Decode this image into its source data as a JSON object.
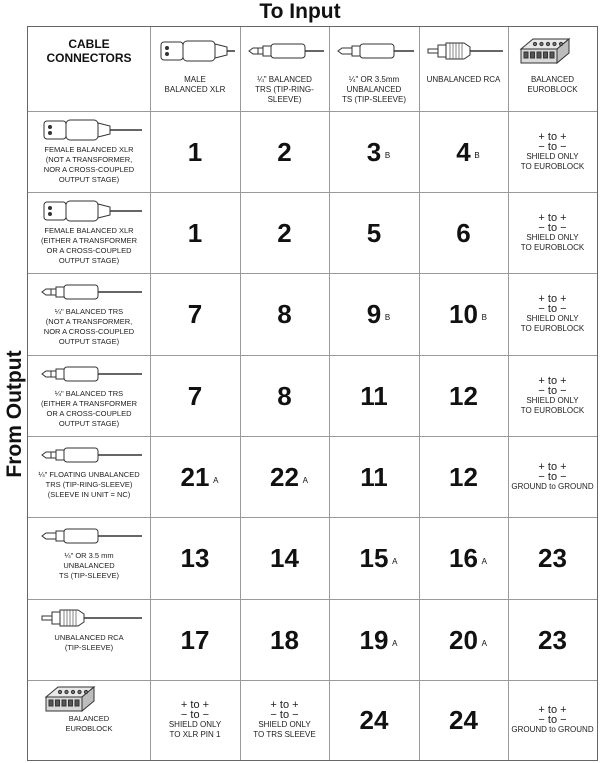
{
  "titles": {
    "top": "To Input",
    "side": "From Output"
  },
  "corner": {
    "line1": "CABLE",
    "line2": "CONNECTORS"
  },
  "columns": [
    {
      "label": "MALE\nBALANCED XLR",
      "icon": "xlr-male-plug-icon"
    },
    {
      "label": "¼\" BALANCED\nTRS (TIP-RING-SLEEVE)",
      "icon": "trs-plug-icon"
    },
    {
      "label": "¼\" OR 3.5mm\nUNBALANCED\nTS (TIP-SLEEVE)",
      "icon": "ts-plug-icon"
    },
    {
      "label": "UNBALANCED RCA",
      "icon": "rca-plug-icon"
    },
    {
      "label": "BALANCED\nEUROBLOCK",
      "icon": "euroblock-icon"
    }
  ],
  "rows": [
    {
      "label": "FEMALE BALANCED XLR\n(NOT A TRANSFORMER,\nNOR A CROSS-COUPLED\nOUTPUT STAGE)",
      "icon": "xlr-female-plug-icon",
      "cells": [
        {
          "n": "1"
        },
        {
          "n": "2"
        },
        {
          "n": "3",
          "s": "B"
        },
        {
          "n": "4",
          "s": "B"
        },
        {
          "rule": [
            "+ to +",
            "− to −",
            "SHIELD ONLY",
            "TO EUROBLOCK"
          ]
        }
      ]
    },
    {
      "label": "FEMALE BALANCED XLR\n(EITHER A TRANSFORMER\nOR A CROSS-COUPLED\nOUTPUT STAGE)",
      "icon": "xlr-female-plug-icon",
      "cells": [
        {
          "n": "1"
        },
        {
          "n": "2"
        },
        {
          "n": "5"
        },
        {
          "n": "6"
        },
        {
          "rule": [
            "+ to +",
            "− to −",
            "SHIELD ONLY",
            "TO EUROBLOCK"
          ]
        }
      ]
    },
    {
      "label": "¼\" BALANCED TRS\n(NOT A TRANSFORMER,\nNOR A CROSS-COUPLED\nOUTPUT STAGE)",
      "icon": "trs-plug-icon",
      "cells": [
        {
          "n": "7"
        },
        {
          "n": "8"
        },
        {
          "n": "9",
          "s": "B"
        },
        {
          "n": "10",
          "s": "B"
        },
        {
          "rule": [
            "+ to +",
            "− to −",
            "SHIELD ONLY",
            "TO EUROBLOCK"
          ]
        }
      ]
    },
    {
      "label": "¼\" BALANCED TRS\n(EITHER A TRANSFORMER\nOR A CROSS-COUPLED\nOUTPUT STAGE)",
      "icon": "trs-plug-icon",
      "cells": [
        {
          "n": "7"
        },
        {
          "n": "8"
        },
        {
          "n": "11"
        },
        {
          "n": "12"
        },
        {
          "rule": [
            "+ to +",
            "− to −",
            "SHIELD ONLY",
            "TO EUROBLOCK"
          ]
        }
      ]
    },
    {
      "label": "¼\" FLOATING UNBALANCED\nTRS (TIP-RING-SLEEVE)\n(SLEEVE IN UNIT = NC)",
      "icon": "trs-plug-icon",
      "cells": [
        {
          "n": "21",
          "s": "A"
        },
        {
          "n": "22",
          "s": "A"
        },
        {
          "n": "11"
        },
        {
          "n": "12"
        },
        {
          "rule": [
            "+ to +",
            "− to −",
            "GROUND to GROUND"
          ]
        }
      ]
    },
    {
      "label": "¼\" OR 3.5 mm\nUNBALANCED\nTS (TIP-SLEEVE)",
      "icon": "ts-plug-icon",
      "cells": [
        {
          "n": "13"
        },
        {
          "n": "14"
        },
        {
          "n": "15",
          "s": "A"
        },
        {
          "n": "16",
          "s": "A"
        },
        {
          "n": "23"
        }
      ]
    },
    {
      "label": "UNBALANCED RCA\n(TIP-SLEEVE)",
      "icon": "rca-plug-icon",
      "cells": [
        {
          "n": "17"
        },
        {
          "n": "18"
        },
        {
          "n": "19",
          "s": "A"
        },
        {
          "n": "20",
          "s": "A"
        },
        {
          "n": "23"
        }
      ]
    },
    {
      "label": "BALANCED\nEUROBLOCK",
      "icon": "euroblock-icon",
      "cells": [
        {
          "rule": [
            "+ to +",
            "− to −",
            "SHIELD ONLY",
            "TO XLR PIN 1"
          ]
        },
        {
          "rule": [
            "+ to +",
            "− to −",
            "SHIELD ONLY",
            "TO TRS SLEEVE"
          ]
        },
        {
          "n": "24"
        },
        {
          "n": "24"
        },
        {
          "rule": [
            "+ to +",
            "− to −",
            "GROUND to GROUND"
          ]
        }
      ]
    }
  ]
}
